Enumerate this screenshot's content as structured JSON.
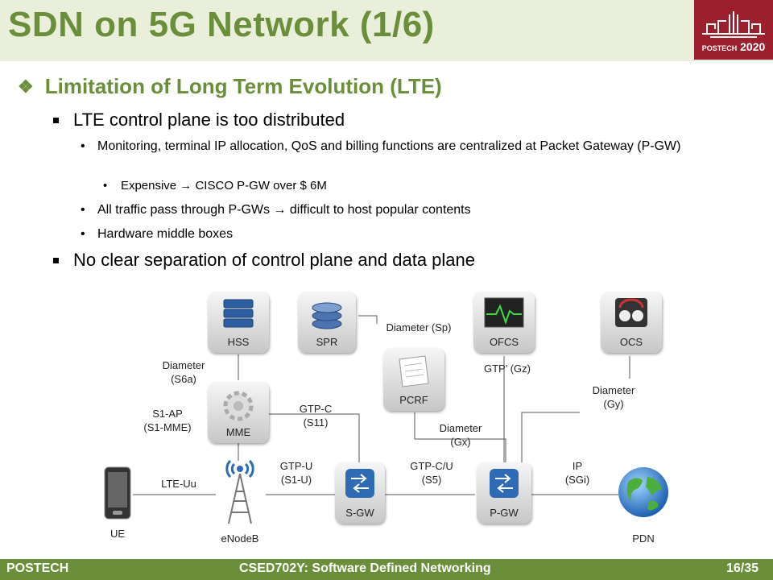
{
  "slide": {
    "title": "SDN on 5G Network (1/6)",
    "logo": {
      "word": "POSTECH",
      "year": "2020"
    },
    "heading": "Limitation of Long Term Evolution (LTE)",
    "bullets": {
      "b1": "LTE control plane is too distributed",
      "b1_1": "Monitoring, terminal IP allocation, QoS and billing functions are centralized at Packet Gateway (P-GW)",
      "b1_1_1": "Expensive → CISCO P-GW over $ 6M",
      "b1_2": "All traffic pass through P-GWs → difficult to host popular contents",
      "b1_3": "Hardware middle boxes",
      "b2": "No clear separation of control plane and data plane"
    }
  },
  "diagram": {
    "nodes": {
      "hss": "HSS",
      "spr": "SPR",
      "ofcs": "OFCS",
      "ocs": "OCS",
      "pcrf": "PCRF",
      "mme": "MME",
      "sgw": "S-GW",
      "pgw": "P-GW",
      "ue": "UE",
      "enodeb": "eNodeB",
      "pdn": "PDN"
    },
    "links": {
      "diameter_sp": "Diameter (Sp)",
      "diameter_s6a": "Diameter\n(S6a)",
      "gtp_gz": "GTP’ (Gz)",
      "diameter_gy": "Diameter\n(Gy)",
      "s1_ap": "S1-AP\n(S1-MME)",
      "gtp_c_s11": "GTP-C\n(S11)",
      "diameter_gx": "Diameter\n(Gx)",
      "lte_uu": "LTE-Uu",
      "gtp_u": "GTP-U\n(S1-U)",
      "gtp_cu": "GTP-C/U\n(S5)",
      "ip_sgi": "IP\n(SGi)"
    }
  },
  "footer": {
    "org": "POSTECH",
    "course": "CSED702Y: Software Defined Networking",
    "page": "16/35"
  }
}
